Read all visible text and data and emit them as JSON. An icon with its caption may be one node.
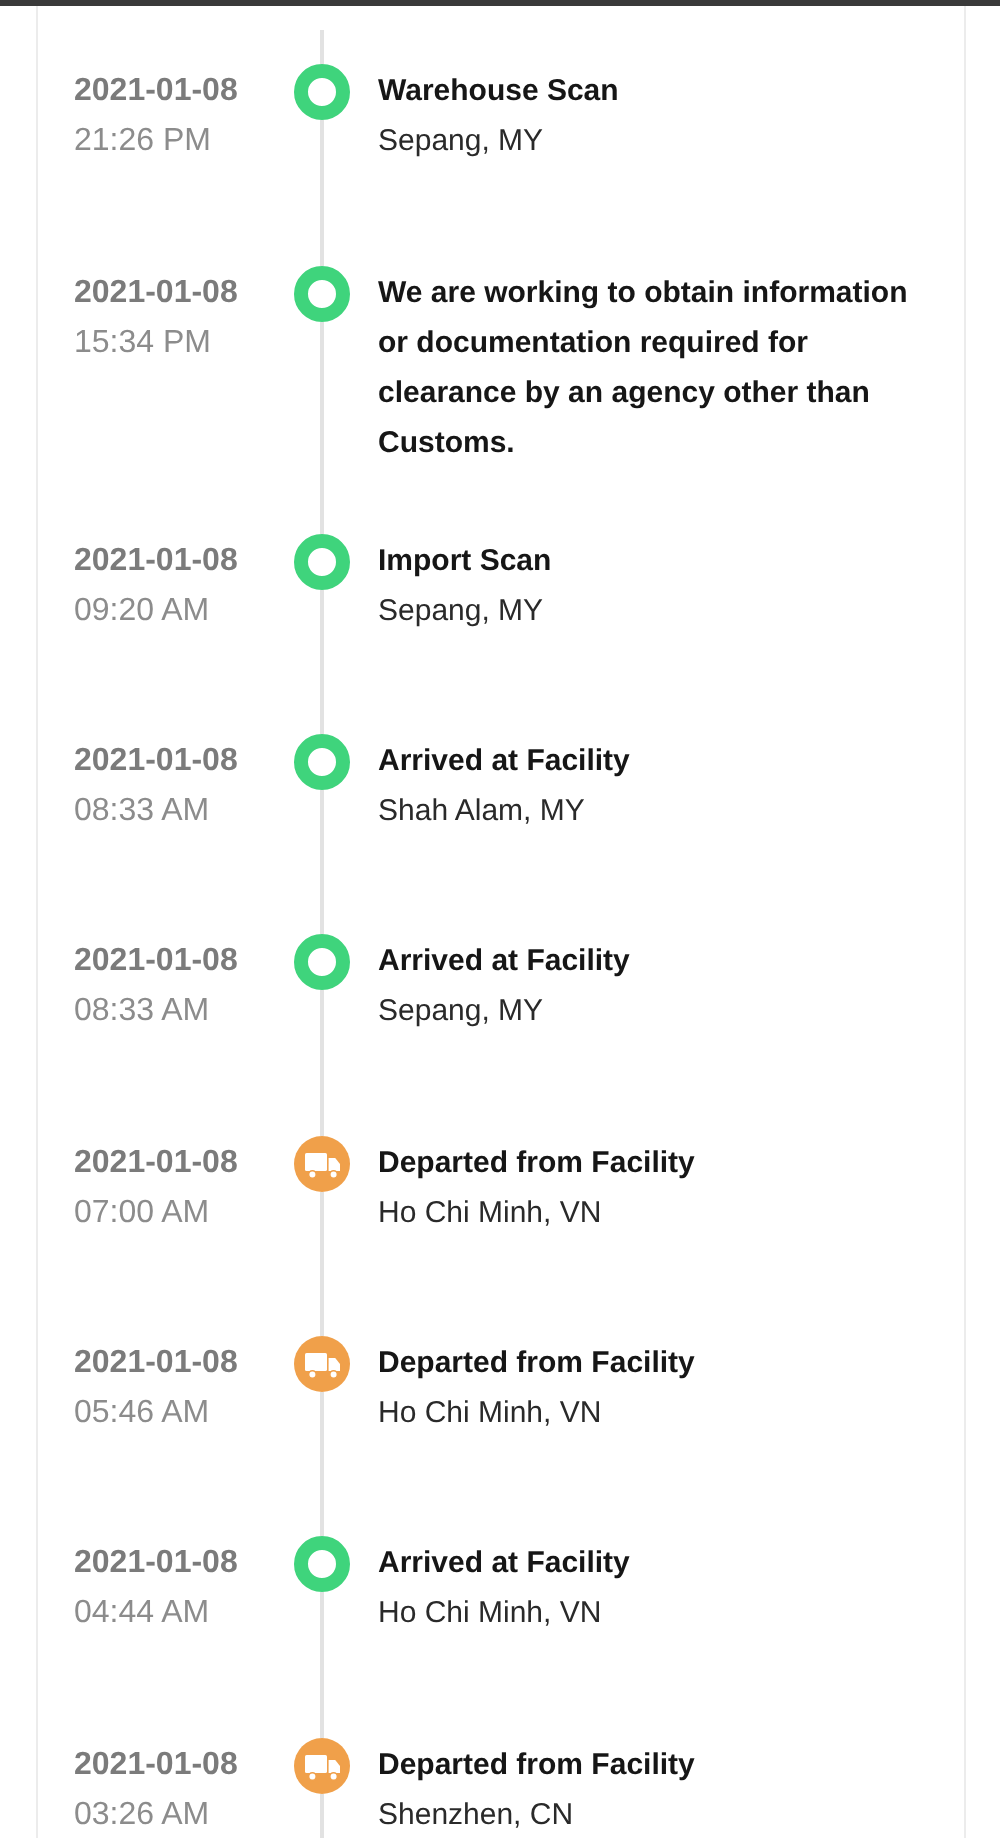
{
  "diagram": {
    "nodes": [
      {
        "text": [],
        "shape": "circle",
        "beside": [
          "2021-01-08",
          "21:26 PM",
          "Warehouse Scan",
          "Sepang, MY"
        ]
      },
      {
        "text": [],
        "shape": "circle",
        "beside": [
          "2021-01-08",
          "15:34 PM",
          "We are working to obtain information or documentation required for clearance by an agency other than Customs."
        ]
      },
      {
        "text": [],
        "shape": "circle",
        "beside": [
          "2021-01-08",
          "09:20 AM",
          "Import Scan",
          "Sepang, MY"
        ]
      },
      {
        "text": [],
        "shape": "circle",
        "beside": [
          "2021-01-08",
          "08:33 AM",
          "Arrived at Facility",
          "Shah Alam, MY"
        ]
      },
      {
        "text": [],
        "shape": "circle",
        "beside": [
          "2021-01-08",
          "08:33 AM",
          "Arrived at Facility",
          "Sepang, MY"
        ]
      },
      {
        "text": [],
        "shape": "picture",
        "beside": [
          "2021-01-08",
          "07:00 AM",
          "Departed from Facility",
          "Ho Chi Minh, VN"
        ]
      },
      {
        "text": [],
        "shape": "picture",
        "beside": [
          "2021-01-08",
          "05:46 AM",
          "Departed from Facility",
          "Ho Chi Minh, VN"
        ]
      },
      {
        "text": [],
        "shape": "circle",
        "beside": [
          "2021-01-08",
          "04:44 AM",
          "Arrived at Facility",
          "Ho Chi Minh, VN"
        ]
      },
      {
        "text": [],
        "shape": "picture",
        "beside": [
          "2021-01-08",
          "03:26 AM",
          "Departed from Facility",
          "Shenzhen, CN"
        ]
      }
    ],
    "edges": [
      {
        "from": null,
        "to": 0,
        "arrow": "none"
      },
      {
        "from": 0,
        "to": 1,
        "arrow": "none"
      },
      {
        "from": 1,
        "to": 2,
        "arrow": "none"
      },
      {
        "from": 2,
        "to": 3,
        "arrow": "none"
      },
      {
        "from": 3,
        "to": 4,
        "arrow": "none"
      },
      {
        "from": 4,
        "to": 5,
        "arrow": "none"
      },
      {
        "from": 5,
        "to": 6,
        "arrow": "none"
      },
      {
        "from": 6,
        "to": 7,
        "arrow": "none"
      },
      {
        "from": 7,
        "to": 8,
        "arrow": "none"
      },
      {
        "from": 8,
        "to": null,
        "arrow": "none"
      }
    ]
  }
}
